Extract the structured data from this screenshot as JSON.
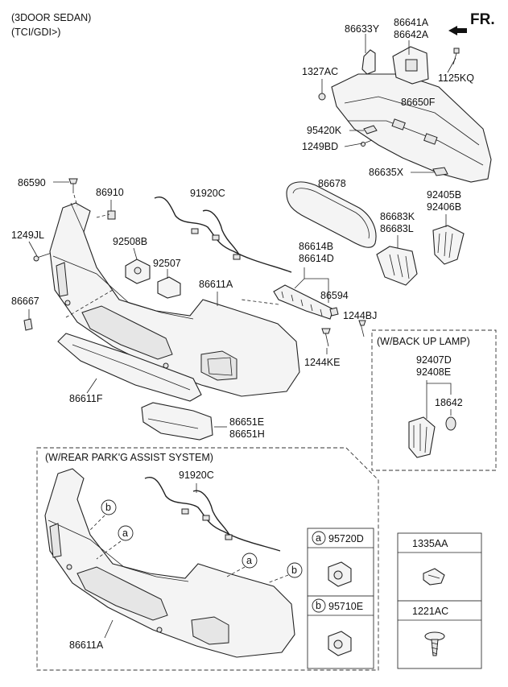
{
  "header": {
    "line1": "(3DOOR SEDAN)",
    "line2": "(TCI/GDI>)",
    "front_mark": "FR."
  },
  "labels": {
    "p86633Y": "86633Y",
    "p86641A": "86641A",
    "p86642A": "86642A",
    "p1327AC": "1327AC",
    "p1125KQ": "1125KQ",
    "p86650F": "86650F",
    "p95420K": "95420K",
    "p1249BD": "1249BD",
    "p86635X": "86635X",
    "p86590": "86590",
    "p86910": "86910",
    "p91920C": "91920C",
    "p86678": "86678",
    "p92405B": "92405B",
    "p92406B": "92406B",
    "p86683K": "86683K",
    "p86683L": "86683L",
    "p1249JL": "1249JL",
    "p92508B": "92508B",
    "p92507": "92507",
    "p86614B": "86614B",
    "p86614D": "86614D",
    "p86594": "86594",
    "p86611A": "86611A",
    "p1244BJ": "1244BJ",
    "p86667": "86667",
    "p1244KE": "1244KE",
    "p86611F": "86611F",
    "p86651E": "86651E",
    "p86651H": "86651H"
  },
  "backup_lamp_box": {
    "title": "(W/BACK UP LAMP)",
    "p92407D": "92407D",
    "p92408E": "92408E",
    "p18642": "18642"
  },
  "park_assist_box": {
    "title": "(W/REAR PARK'G ASSIST SYSTEM)",
    "p91920C": "91920C",
    "p86611A": "86611A",
    "marker_a": "a",
    "marker_b": "b"
  },
  "sensor_boxes": [
    {
      "marker": "a",
      "part": "95720D"
    },
    {
      "marker": "b",
      "part": "95710E"
    }
  ],
  "hardware_boxes": [
    {
      "part": "1335AA"
    },
    {
      "part": "1221AC"
    }
  ]
}
